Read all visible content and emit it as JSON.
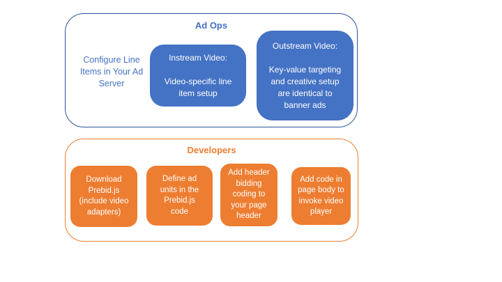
{
  "colors": {
    "blue_fill": "#4472C4",
    "blue_border": "#2E5597",
    "orange": "#ED7D31",
    "box_text": "#FFFFFF",
    "background": "#FFFFFF"
  },
  "ad_ops": {
    "title": "Ad Ops",
    "side_note": "Configure Line\nItems in Your Ad\nServer",
    "boxes": [
      {
        "id": "instream-video",
        "label": "Instream Video:\n\nVideo-specific line\nitem setup"
      },
      {
        "id": "outstream-video",
        "label": "Outstream Video:\n\nKey-value targeting\nand creative setup\nare identical to\nbanner ads"
      }
    ]
  },
  "developers": {
    "title": "Developers",
    "boxes": [
      {
        "id": "download-prebid",
        "label": "Download\nPrebid.js\n(include video\nadapters)"
      },
      {
        "id": "define-ad-units",
        "label": "Define ad\nunits in the\nPrebid.js\ncode"
      },
      {
        "id": "add-header-bidding",
        "label": "Add header\nbidding\ncoding to\nyour page\nheader"
      },
      {
        "id": "add-page-body-code",
        "label": "Add code in\npage body to\ninvoke video\nplayer"
      }
    ]
  }
}
